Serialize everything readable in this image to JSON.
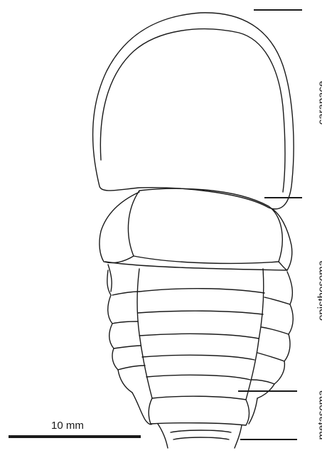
{
  "labels": {
    "carapace": "carapace",
    "opisthosoma": "opisthosoma",
    "metasoma": "metasoma"
  },
  "scale_bar": {
    "text": "10 mm"
  },
  "colors": {
    "ink": "#1a1a1a",
    "background": "#ffffff"
  }
}
